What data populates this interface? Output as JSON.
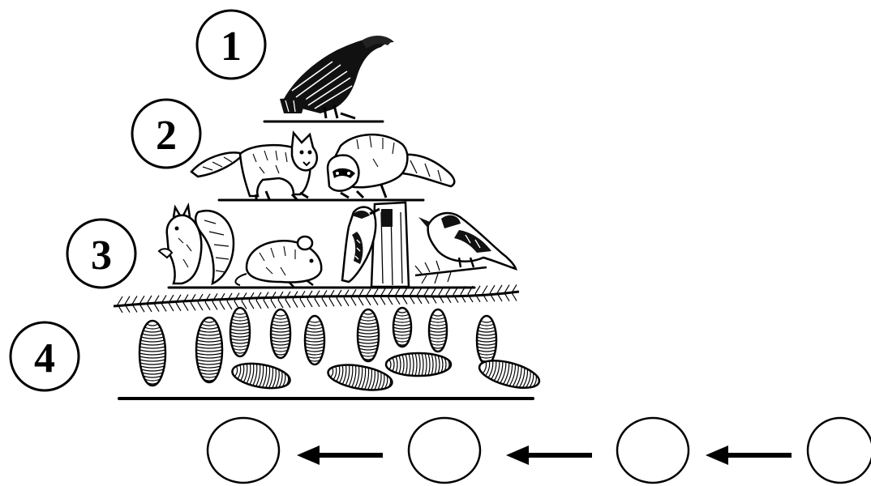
{
  "levels": [
    {
      "label": "1",
      "content": "eagle-icon"
    },
    {
      "label": "2",
      "content": "fox-and-raccoon-icons"
    },
    {
      "label": "3",
      "content": "squirrel-mouse-woodpecker-crossbill-icons"
    },
    {
      "label": "4",
      "content": "spruce-branch-and-cones-icon"
    }
  ],
  "chain": {
    "slots": [
      "",
      "",
      "",
      ""
    ],
    "arrow_direction": "left"
  },
  "colors": {
    "ink": "#000000",
    "paper": "#ffffff"
  }
}
